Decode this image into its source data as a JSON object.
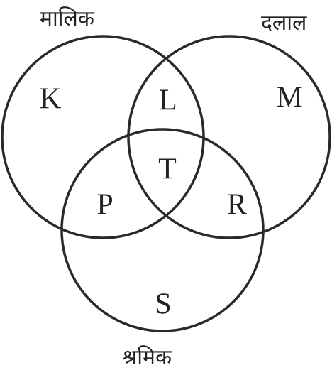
{
  "colors": {
    "stroke": "#2a2a2a",
    "text": "#222222",
    "background": "#ffffff"
  },
  "sets": {
    "owner": "मालिक",
    "broker": "दलाल",
    "worker": "श्रमिक"
  },
  "regions": {
    "owner_only": "K",
    "owner_broker": "L",
    "broker_only": "M",
    "owner_worker": "P",
    "all_three": "T",
    "broker_worker": "R",
    "worker_only": "S"
  }
}
